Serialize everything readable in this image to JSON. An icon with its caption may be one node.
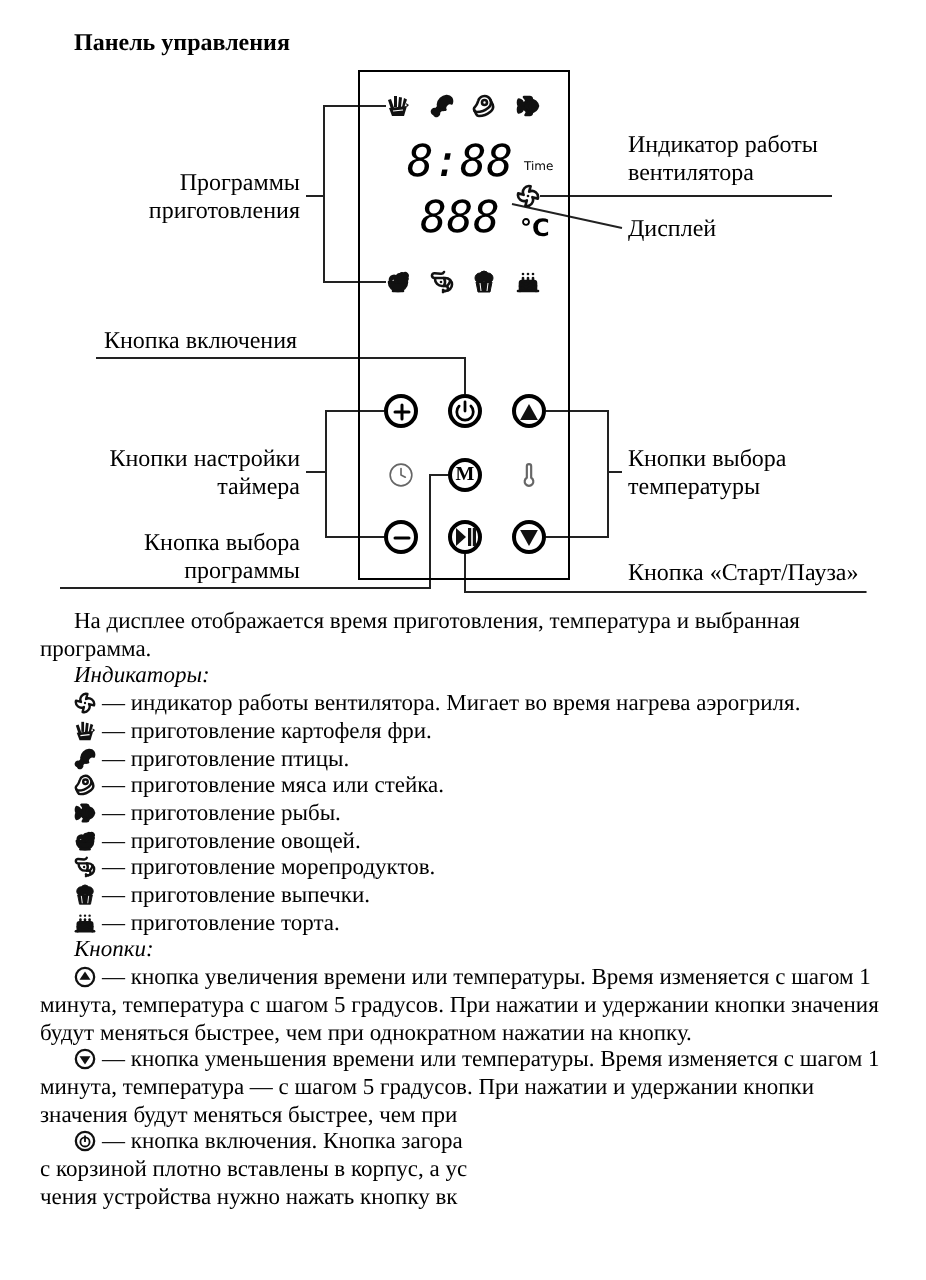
{
  "diagram": {
    "title": "Панель управления",
    "nodes": [
      {
        "text": [],
        "shape": "box"
      },
      {
        "text": [],
        "shape": "picture",
        "in": 0
      },
      {
        "text": [],
        "shape": "picture",
        "in": 0
      },
      {
        "text": [],
        "shape": "picture",
        "in": 0
      },
      {
        "text": [],
        "shape": "picture",
        "in": 0
      },
      {
        "text": [
          "8:88",
          "888"
        ],
        "in": 0
      },
      {
        "text": [],
        "shape": "picture",
        "in": 0
      },
      {
        "text": [],
        "shape": "picture",
        "in": 0
      },
      {
        "text": [],
        "shape": "picture",
        "in": 0
      },
      {
        "text": [],
        "shape": "picture",
        "in": 0
      },
      {
        "text": [],
        "shape": "picture",
        "in": 0
      },
      {
        "text": [],
        "shape": "circle",
        "in": 0
      },
      {
        "text": [],
        "shape": "circle",
        "in": 0
      },
      {
        "text": [],
        "shape": "circle",
        "in": 0
      },
      {
        "text": [
          "M"
        ],
        "in": 0
      },
      {
        "text": [],
        "shape": "circle",
        "in": 0
      },
      {
        "text": [],
        "shape": "circle",
        "in": 0
      },
      {
        "text": [],
        "shape": "circle",
        "in": 0
      },
      {
        "text": [
          "Программы приготовления"
        ]
      },
      {
        "text": [
          "Индикатор работы вентилятора"
        ]
      },
      {
        "text": [
          "Дисплей"
        ]
      },
      {
        "text": [
          "Кнопка включения"
        ]
      },
      {
        "text": [
          "Кнопки настройки таймера"
        ]
      },
      {
        "text": [
          "Кнопки выбора температуры"
        ]
      },
      {
        "text": [
          "Кнопка выбора программы"
        ]
      },
      {
        "text": [
          "Кнопка «Старт/Пауза»"
        ]
      }
    ],
    "edges": [
      {
        "from": 18,
        "to": 1,
        "arrow": "none"
      },
      {
        "from": 18,
        "to": 7,
        "arrow": "none"
      },
      {
        "from": 19,
        "to": 6,
        "arrow": "none"
      },
      {
        "from": 20,
        "to": 5,
        "arrow": "none"
      },
      {
        "from": 21,
        "to": 12,
        "arrow": "none"
      },
      {
        "from": 22,
        "to": 11,
        "arrow": "none"
      },
      {
        "from": 22,
        "to": 15,
        "arrow": "none"
      },
      {
        "from": 23,
        "to": 13,
        "arrow": "none"
      },
      {
        "from": 23,
        "to": 17,
        "arrow": "none"
      },
      {
        "from": 24,
        "to": 14,
        "arrow": "none"
      },
      {
        "from": 25,
        "to": 16,
        "arrow": "none"
      }
    ],
    "labels": [
      "Time",
      "°C",
      "На дисплее отображается время приготовления, температура и выбранная программа.",
      "Индикаторы:",
      "— индикатор работы вентилятора. Мигает во время нагрева аэрогриля.",
      "— приготовление картофеля фри.",
      "— приготовление птицы.",
      "— приготовление мяса или стейка.",
      "— приготовление рыбы.",
      "— приготовление овощей.",
      "— приготовление морепродуктов.",
      "— приготовление выпечки.",
      "— приготовление торта.",
      "Кнопки:",
      "— кнопка увеличения времени или температуры. Время изменяется с шагом 1 минута, температура с шагом 5 градусов. При нажатии и удержании кнопки значения будут меняться быстрее, чем при однократном нажатии на кнопку.",
      "— кнопка уменьшения времени или температуры. Время изменяется с шагом 1 минута, температура — с шагом 5 градусов. При нажатии и удержании кнопки значения будут меняться быстрее, чем при",
      "— кнопка включения. Кнопка загора",
      "с корзиной плотно вставлены в корпус, а ус",
      "чения устройства нужно нажать кнопку вк"
    ]
  }
}
